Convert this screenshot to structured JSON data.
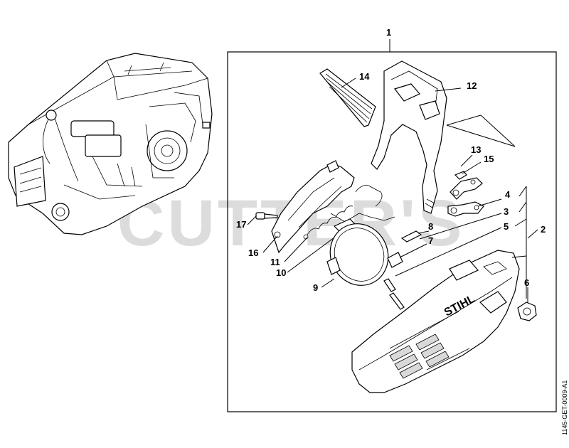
{
  "watermark": "CUTTER'S",
  "drawing_code": "1145-GET-0009-A1",
  "brand_logo": "STIHL",
  "callouts": {
    "c1": "1",
    "c2": "2",
    "c3": "3",
    "c4": "4",
    "c5": "5",
    "c6": "6",
    "c7": "7",
    "c8": "8",
    "c9": "9",
    "c10": "10",
    "c11": "11",
    "c12": "12",
    "c13": "13",
    "c14": "14",
    "c15": "15",
    "c16": "16",
    "c17": "17"
  }
}
